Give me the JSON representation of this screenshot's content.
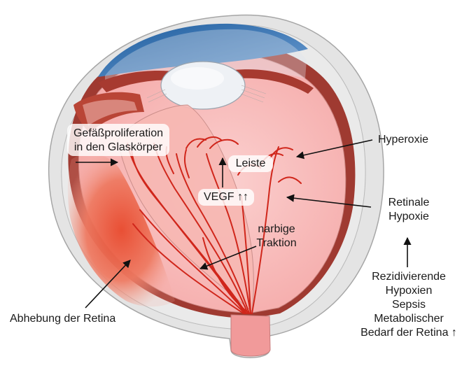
{
  "labels": {
    "gefaess_line1": "Gefäßproliferation",
    "gefaess_line2": "in den Glaskörper",
    "leiste": "Leiste",
    "vegf": "VEGF ↑↑",
    "narbige_line1": "narbige",
    "narbige_line2": "Traktion",
    "abhebung": "Abhebung der Retina",
    "hyperoxie": "Hyperoxie",
    "retinale_line1": "Retinale",
    "retinale_line2": "Hypoxie",
    "rez_line1": "Rezidivierende",
    "rez_line2": "Hypoxien",
    "rez_line3": "Sepsis",
    "rez_line4": "Metabolischer",
    "rez_line5": "Bedarf der Retina ↑"
  },
  "colors": {
    "sclera": "#e3e3e3",
    "sclera_outline": "#a9a9a9",
    "choroid": "#a23b32",
    "retina_pink": "#f7a9a9",
    "vitreous": "#f6b7b6",
    "cornea_blue": "#2b6bb0",
    "lens": "#eef1f5",
    "vessel_red": "#d0261b",
    "detachment_red": "#e8553a"
  }
}
